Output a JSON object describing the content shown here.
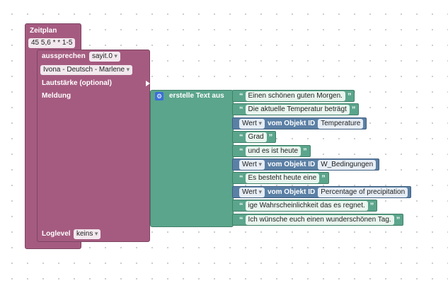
{
  "zeitplan": {
    "title": "Zeitplan",
    "cron": "45 5,6 * * 1-5"
  },
  "speak": {
    "label": "aussprechen",
    "instance": "sayit.0",
    "voice": "Ivona - Deutsch - Marlene",
    "volume_label": "Lautstärke (optional)",
    "message_label": "Meldung",
    "loglevel_label": "Loglevel",
    "loglevel_value": "keins"
  },
  "join": {
    "label": "erstelle Text aus",
    "gear_icon": "gear-icon",
    "items": [
      {
        "type": "text",
        "value": "Einen schönen guten Morgen."
      },
      {
        "type": "text",
        "value": "Die aktuelle Temperatur beträgt"
      },
      {
        "type": "object",
        "mode": "Wert",
        "label": "vom Objekt ID",
        "object": "Temperature"
      },
      {
        "type": "text",
        "value": "Grad"
      },
      {
        "type": "text",
        "value": "und es ist heute"
      },
      {
        "type": "object",
        "mode": "Wert",
        "label": "vom Objekt ID",
        "object": "W_Bedingungen"
      },
      {
        "type": "text",
        "value": "Es besteht heute eine"
      },
      {
        "type": "object",
        "mode": "Wert",
        "label": "vom Objekt ID",
        "object": "Percentage of precipitation"
      },
      {
        "type": "text",
        "value": "ige Wahrscheinlichkeit das es regnet."
      },
      {
        "type": "text",
        "value": "Ich wünsche euch einen wunderschönen Tag."
      }
    ]
  },
  "colors": {
    "event": "#a55b80",
    "text": "#5ba58c",
    "object": "#5b80a5",
    "mutator": "#3b6fd8"
  }
}
